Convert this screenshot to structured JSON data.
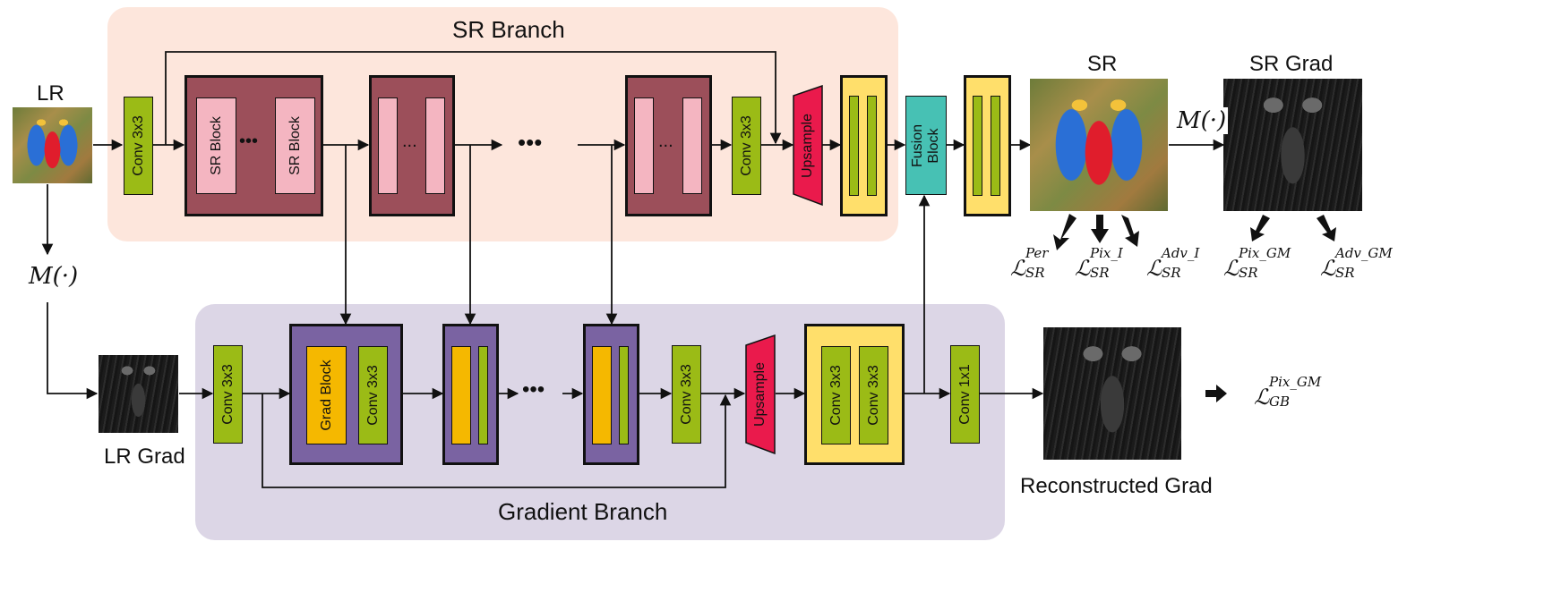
{
  "labels": {
    "sr_branch": "SR Branch",
    "gradient_branch": "Gradient Branch",
    "lr": "LR",
    "lr_grad": "LR Grad",
    "sr": "SR",
    "sr_grad": "SR Grad",
    "reconstructed_grad": "Reconstructed  Grad",
    "m_operator": "M(·)"
  },
  "blocks": {
    "conv3x3": "Conv 3x3",
    "conv1x1": "Conv 1x1",
    "sr_block": "SR Block",
    "grad_block": "Grad Block",
    "upsample": "Upsample",
    "fusion_block": "Fusion Block",
    "dots": "•••",
    "small_dots": "..."
  },
  "losses": {
    "sr_per": {
      "base": "ℒ",
      "sup": "Per",
      "sub": "SR"
    },
    "sr_pix_i": {
      "base": "ℒ",
      "sup": "Pix_I",
      "sub": "SR"
    },
    "sr_adv_i": {
      "base": "ℒ",
      "sup": "Adv_I",
      "sub": "SR"
    },
    "sr_pix_gm": {
      "base": "ℒ",
      "sup": "Pix_GM",
      "sub": "SR"
    },
    "sr_adv_gm": {
      "base": "ℒ",
      "sup": "Adv_GM",
      "sub": "SR"
    },
    "gb_pix_gm": {
      "base": "ℒ",
      "sup": "Pix_GM",
      "sub": "GB"
    }
  },
  "colors": {
    "sr_region": "#fde6dc",
    "grad_region": "#dcd6e6",
    "conv_green": "#9bbb16",
    "sr_block_dark": "#9c4f5a",
    "sr_block_light": "#f4b5c1",
    "grad_block_purple": "#7a63a2",
    "grad_block_orange": "#f5b800",
    "upsample_red": "#ea1a4c",
    "yellow_block": "#ffdf6b",
    "fusion_teal": "#47c1b4"
  }
}
